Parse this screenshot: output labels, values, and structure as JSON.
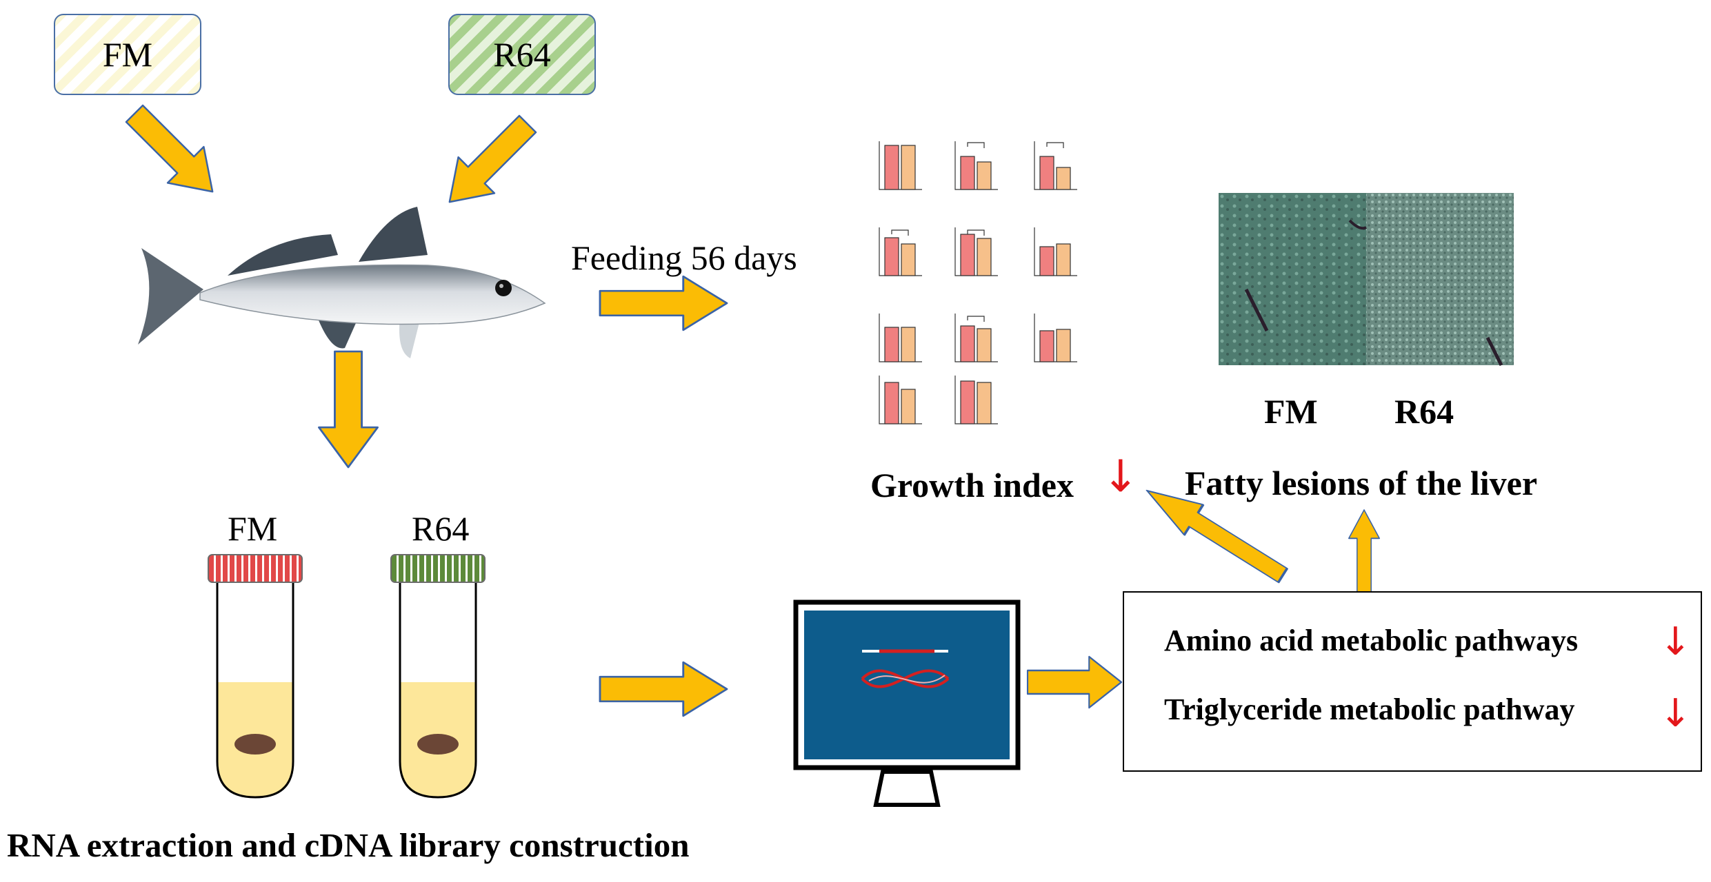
{
  "diets": {
    "fm": "FM",
    "r64": "R64"
  },
  "feeding": {
    "label": "Feeding 56 days"
  },
  "tubes": {
    "fm": "FM",
    "r64": "R64"
  },
  "rna": {
    "caption": "RNA extraction and cDNA library construction"
  },
  "growth": {
    "caption": "Growth index",
    "arrow": "↓"
  },
  "liver": {
    "fm": "FM",
    "r64": "R64",
    "caption": "Fatty lesions of the liver"
  },
  "pathways": {
    "amino": "Amino acid metabolic pathways",
    "triglyceride": "Triglyceride metabolic pathway",
    "arrow": "↓"
  },
  "colors": {
    "arrow": "#fbbc05",
    "arrow_stroke": "#3a63a6",
    "fm_bar": "#f08080",
    "r64_bar": "#f6c08a",
    "monitor_screen": "#0d5c8c",
    "down": "#e3171b"
  },
  "icons": [
    "fish-illustration",
    "test-tube-icon",
    "monitor-icon",
    "dna-icon",
    "liver-micrograph"
  ]
}
